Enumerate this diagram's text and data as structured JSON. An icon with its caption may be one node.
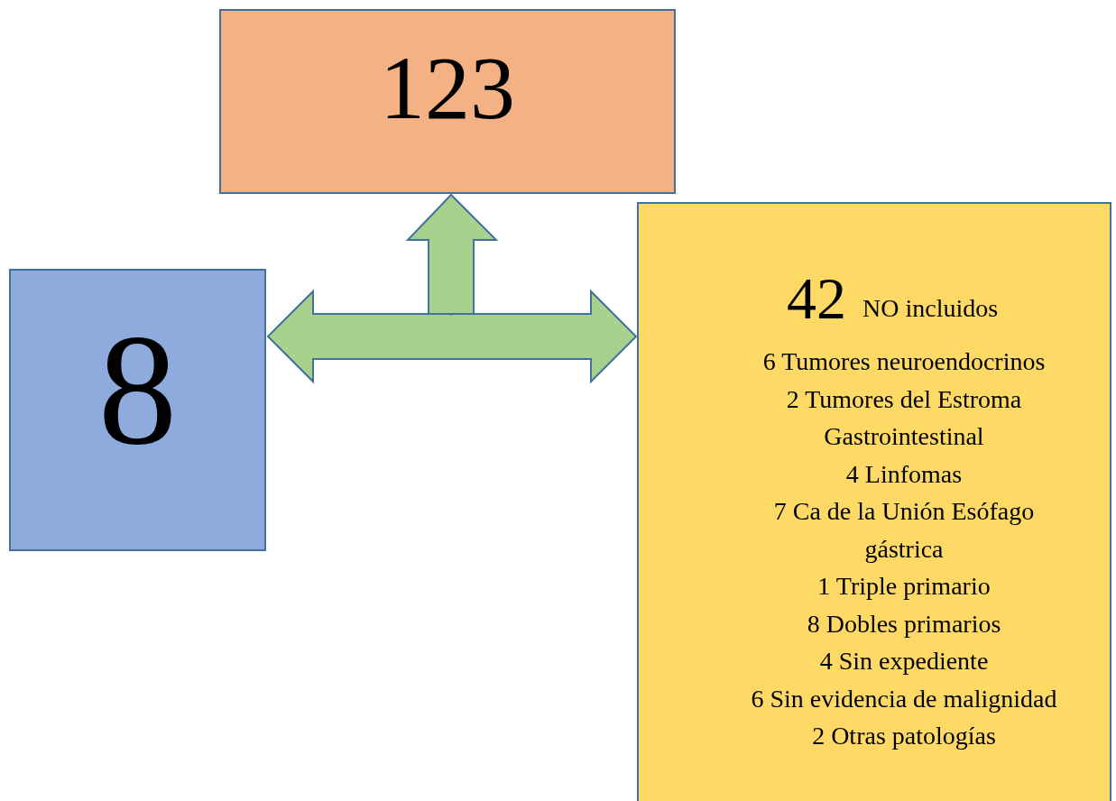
{
  "diagram": {
    "nodes": [
      {
        "text": [
          "123"
        ]
      },
      {
        "text": [
          "8"
        ]
      },
      {
        "text": [
          "42",
          "NO incluidos",
          "6 Tumores neuroendocrinos",
          "2 Tumores del Estroma Gastrointestinal",
          "4 Linfomas",
          "7 Ca de la Unión Esófago gástrica",
          "1 Triple primario",
          "8 Dobles primarios",
          "4 Sin expediente",
          "6 Sin evidencia de malignidad",
          "2 Otras patologías"
        ]
      }
    ],
    "edges": [
      {
        "from": null,
        "to": 0,
        "arrow": "to",
        "style": "thick",
        "color": "#a9d18e"
      },
      {
        "from": null,
        "to": 1,
        "arrow": "to",
        "style": "thick",
        "color": "#a9d18e"
      },
      {
        "from": null,
        "to": 2,
        "arrow": "to",
        "style": "thick",
        "color": "#a9d18e"
      }
    ]
  }
}
